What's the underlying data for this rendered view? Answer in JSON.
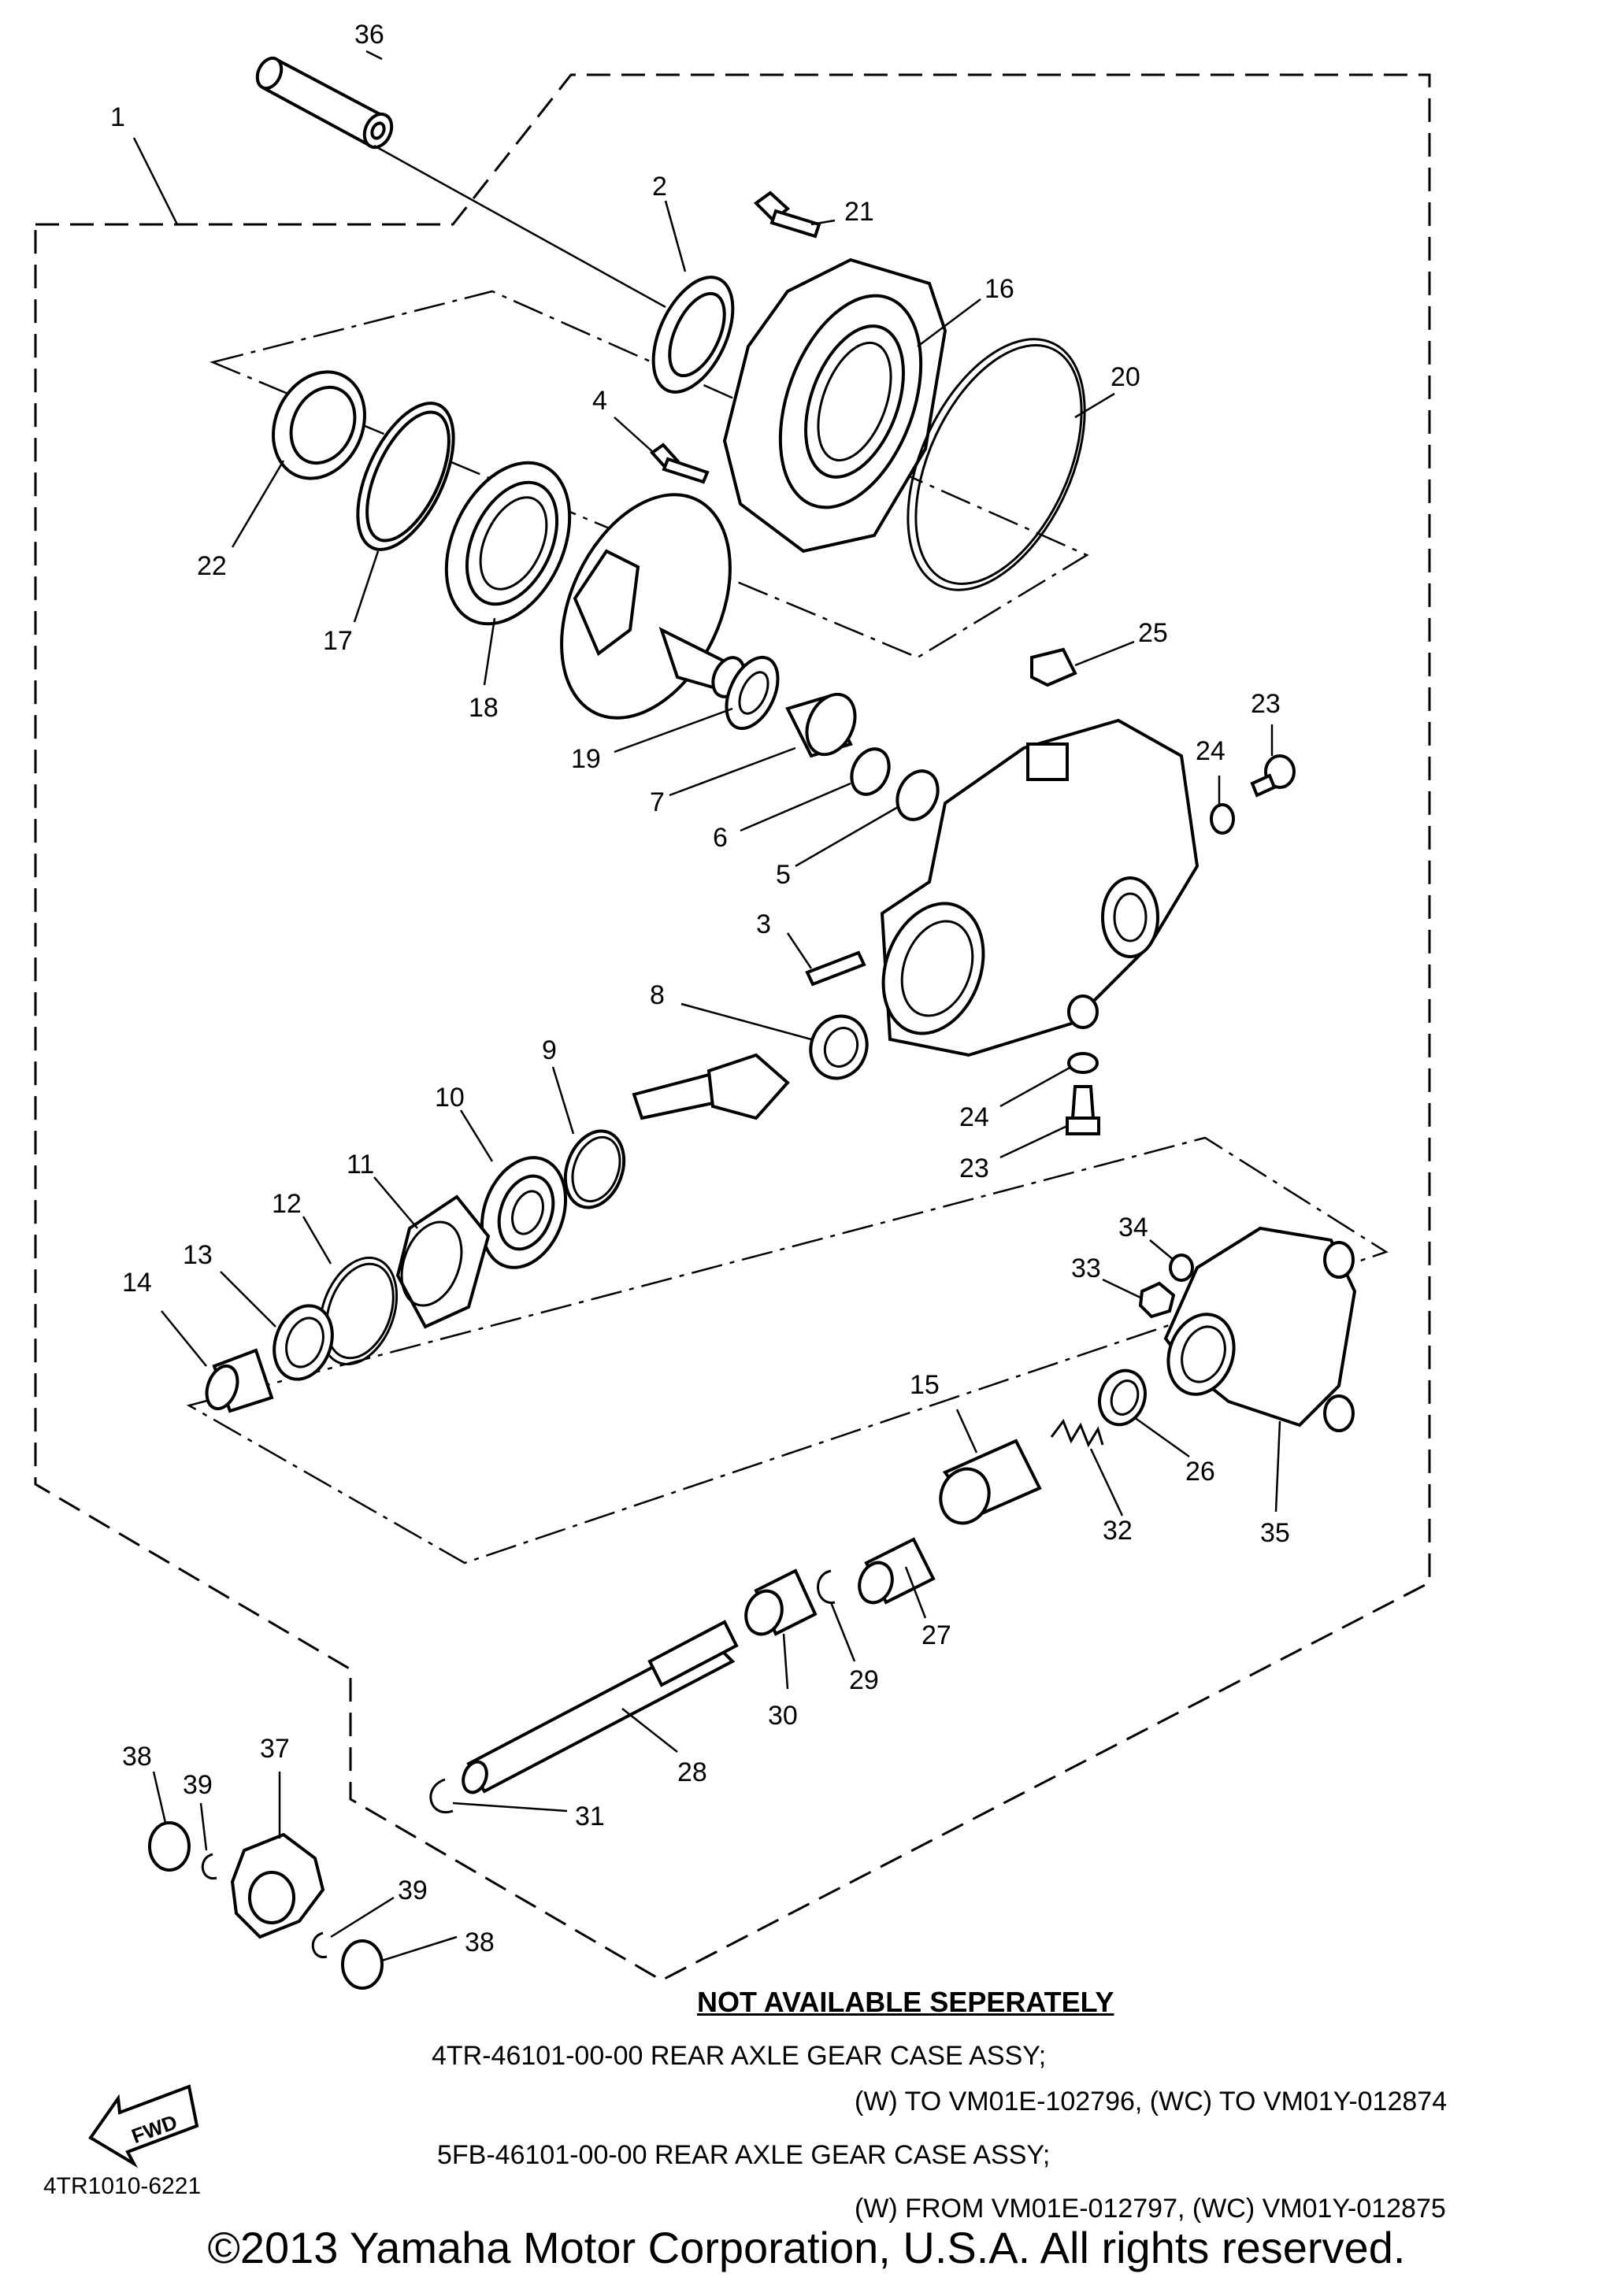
{
  "parts": [
    {
      "id": "p36",
      "number": "36"
    },
    {
      "id": "p1",
      "number": "1"
    },
    {
      "id": "p2",
      "number": "2"
    },
    {
      "id": "p21",
      "number": "21"
    },
    {
      "id": "p16",
      "number": "16"
    },
    {
      "id": "p20",
      "number": "20"
    },
    {
      "id": "p4",
      "number": "4"
    },
    {
      "id": "p22",
      "number": "22"
    },
    {
      "id": "p17",
      "number": "17"
    },
    {
      "id": "p18",
      "number": "18"
    },
    {
      "id": "p25",
      "number": "25"
    },
    {
      "id": "p23a",
      "number": "23"
    },
    {
      "id": "p24a",
      "number": "24"
    },
    {
      "id": "p19",
      "number": "19"
    },
    {
      "id": "p7",
      "number": "7"
    },
    {
      "id": "p6",
      "number": "6"
    },
    {
      "id": "p5",
      "number": "5"
    },
    {
      "id": "p3",
      "number": "3"
    },
    {
      "id": "p8",
      "number": "8"
    },
    {
      "id": "p9",
      "number": "9"
    },
    {
      "id": "p10",
      "number": "10"
    },
    {
      "id": "p11",
      "number": "11"
    },
    {
      "id": "p12",
      "number": "12"
    },
    {
      "id": "p13",
      "number": "13"
    },
    {
      "id": "p14",
      "number": "14"
    },
    {
      "id": "p24b",
      "number": "24"
    },
    {
      "id": "p23b",
      "number": "23"
    },
    {
      "id": "p34",
      "number": "34"
    },
    {
      "id": "p33",
      "number": "33"
    },
    {
      "id": "p15",
      "number": "15"
    },
    {
      "id": "p26",
      "number": "26"
    },
    {
      "id": "p32",
      "number": "32"
    },
    {
      "id": "p35",
      "number": "35"
    },
    {
      "id": "p27",
      "number": "27"
    },
    {
      "id": "p29",
      "number": "29"
    },
    {
      "id": "p30",
      "number": "30"
    },
    {
      "id": "p28",
      "number": "28"
    },
    {
      "id": "p31",
      "number": "31"
    },
    {
      "id": "p38a",
      "number": "38"
    },
    {
      "id": "p39a",
      "number": "39"
    },
    {
      "id": "p37",
      "number": "37"
    },
    {
      "id": "p39b",
      "number": "39"
    },
    {
      "id": "p38b",
      "number": "38"
    }
  ],
  "notes": {
    "title": "NOT AVAILABLE SEPERATELY",
    "line1": "4TR-46101-00-00 REAR AXLE GEAR CASE ASSY;",
    "line2": "(W) TO VM01E-102796, (WC) TO VM01Y-012874",
    "line3": "5FB-46101-00-00 REAR AXLE GEAR CASE ASSY;",
    "line4": "(W) FROM VM01E-012797, (WC) VM01Y-012875"
  },
  "fwd_label": "FWD",
  "diagram_code": "4TR1010-6221",
  "copyright": "©2013 Yamaha Motor Corporation, U.S.A. All rights reserved."
}
